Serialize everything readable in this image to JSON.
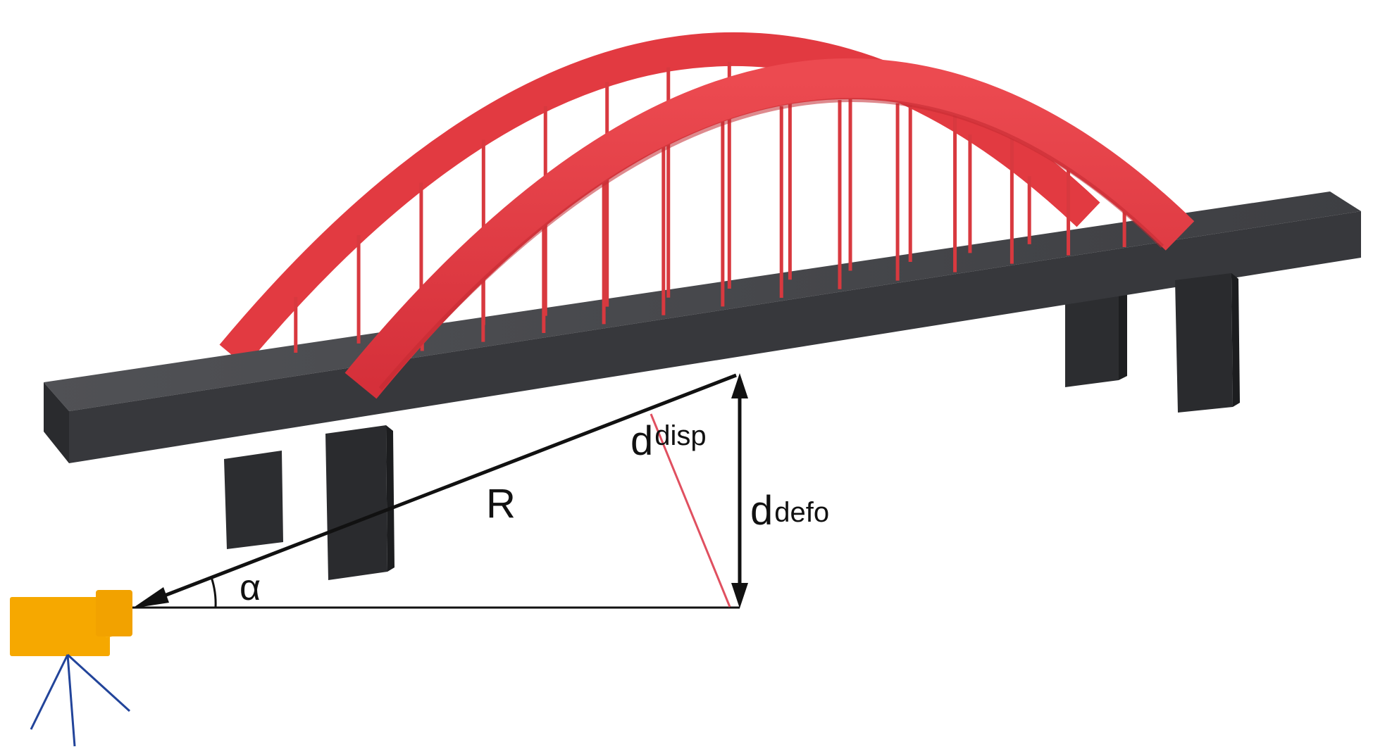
{
  "labels": {
    "range": "R",
    "angle": "α",
    "displacement_main": "d",
    "displacement_sub": "disp",
    "deformation_main": "d",
    "deformation_sub": "defo"
  },
  "colors": {
    "arch": "#e8363d",
    "arch_shade": "#b8222a",
    "hanger": "#d8393f",
    "deck_top": "#444549",
    "deck_side": "#35363a",
    "pier": "#2a2b2e",
    "camera": "#f6a800",
    "tripod": "#22449a",
    "measure_line": "#111111",
    "disp_line": "#e05060"
  },
  "icons": {
    "camera": "camera-icon",
    "tripod": "tripod-icon"
  }
}
